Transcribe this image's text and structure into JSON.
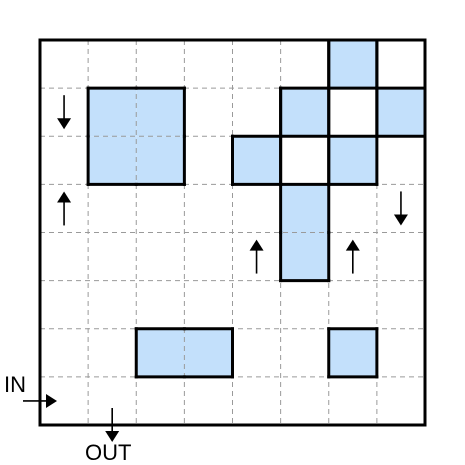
{
  "puzzle": {
    "grid_size": 8,
    "colors": {
      "shaded": "#c3e0fb",
      "grid_line": "#9a9a9a",
      "border": "#000000",
      "background": "#ffffff"
    },
    "shaded_cells": [
      [
        0,
        6
      ],
      [
        1,
        1
      ],
      [
        1,
        2
      ],
      [
        1,
        5
      ],
      [
        1,
        7
      ],
      [
        2,
        1
      ],
      [
        2,
        2
      ],
      [
        2,
        4
      ],
      [
        2,
        6
      ],
      [
        3,
        5
      ],
      [
        4,
        5
      ],
      [
        6,
        2
      ],
      [
        6,
        3
      ],
      [
        6,
        6
      ]
    ],
    "outlined_regions": [
      [
        [
          1,
          1
        ],
        [
          1,
          2
        ],
        [
          2,
          1
        ],
        [
          2,
          2
        ]
      ],
      [
        [
          0,
          6
        ]
      ],
      [
        [
          1,
          5
        ]
      ],
      [
        [
          1,
          7
        ]
      ],
      [
        [
          2,
          4
        ]
      ],
      [
        [
          2,
          6
        ]
      ],
      [
        [
          3,
          5
        ],
        [
          4,
          5
        ]
      ],
      [
        [
          6,
          2
        ],
        [
          6,
          3
        ]
      ],
      [
        [
          6,
          6
        ]
      ]
    ],
    "thick_borders": [
      {
        "from": [
          0,
          6
        ],
        "to": [
          3,
          6
        ]
      },
      {
        "from": [
          1,
          5
        ],
        "to": [
          3,
          5
        ]
      },
      {
        "from": [
          1,
          7
        ],
        "to": [
          2,
          7
        ]
      },
      {
        "from": [
          0,
          7
        ],
        "to": [
          1,
          7
        ]
      }
    ],
    "hint_arrows": [
      {
        "row": 1,
        "col": 0,
        "dir": "down"
      },
      {
        "row": 3,
        "col": 0,
        "dir": "up"
      },
      {
        "row": 3,
        "col": 7,
        "dir": "down"
      },
      {
        "row": 4,
        "col": 4,
        "dir": "up"
      },
      {
        "row": 4,
        "col": 6,
        "dir": "up"
      }
    ],
    "entrance": {
      "label": "IN",
      "row": 7,
      "side": "left",
      "dir": "right"
    },
    "exit": {
      "label": "OUT",
      "col": 1,
      "side": "bottom",
      "dir": "down"
    }
  }
}
